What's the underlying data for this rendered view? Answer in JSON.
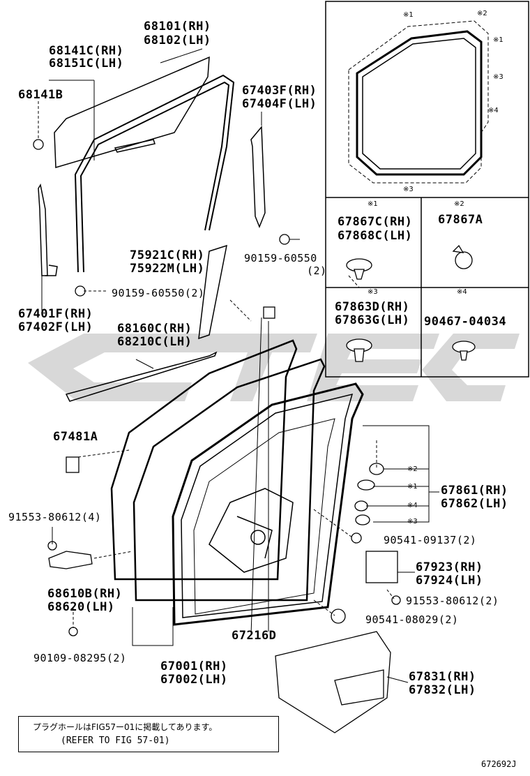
{
  "parts": {
    "p68101": "68101(RH)",
    "p68102": "68102(LH)",
    "p68141C": "68141C(RH)",
    "p68151C": "68151C(LH)",
    "p68141B": "68141B",
    "p67403F": "67403F(RH)",
    "p67404F": "67404F(LH)",
    "p90159a": "90159-60550",
    "p90159a_qty": "(2)",
    "p75921C": "75921C(RH)",
    "p75922M": "75922M(LH)",
    "p90159b": "90159-60550(2)",
    "p67401F": "67401F(RH)",
    "p67402F": "67402F(LH)",
    "p68160C": "68160C(RH)",
    "p68210C": "68210C(LH)",
    "p67481A": "67481A",
    "p91553a": "91553-80612(4)",
    "p68610B": "68610B(RH)",
    "p68620": "68620(LH)",
    "p90109": "90109-08295(2)",
    "p67001": "67001(RH)",
    "p67002": "67002(LH)",
    "p67216D": "67216D",
    "p67861": "67861(RH)",
    "p67862": "67862(LH)",
    "p90541a": "90541-09137(2)",
    "p67923": "67923(RH)",
    "p67924": "67924(LH)",
    "p91553b": "91553-80612(2)",
    "p90541b": "90541-08029(2)",
    "p67831": "67831(RH)",
    "p67832": "67832(LH)"
  },
  "inset": {
    "cells": [
      {
        "mark": "※1",
        "line1": "67867C(RH)",
        "line2": "67868C(LH)"
      },
      {
        "mark": "※2",
        "line1": "67867A",
        "line2": ""
      },
      {
        "mark": "※3",
        "line1": "67863D(RH)",
        "line2": "67863G(LH)"
      },
      {
        "mark": "※4",
        "line1": "90467-04034",
        "line2": ""
      }
    ],
    "callouts": [
      "※1",
      "※2",
      "※1",
      "※3",
      "※4",
      "※3"
    ]
  },
  "clip_marks": [
    "※2",
    "※1",
    "※4",
    "※3"
  ],
  "note": {
    "line1": "プラグホールはFIG57ー01に掲載してあります。",
    "line2": "(REFER TO FIG 57-01)"
  },
  "drawing_number": "672692J",
  "watermark_color": "#d4d4d4"
}
